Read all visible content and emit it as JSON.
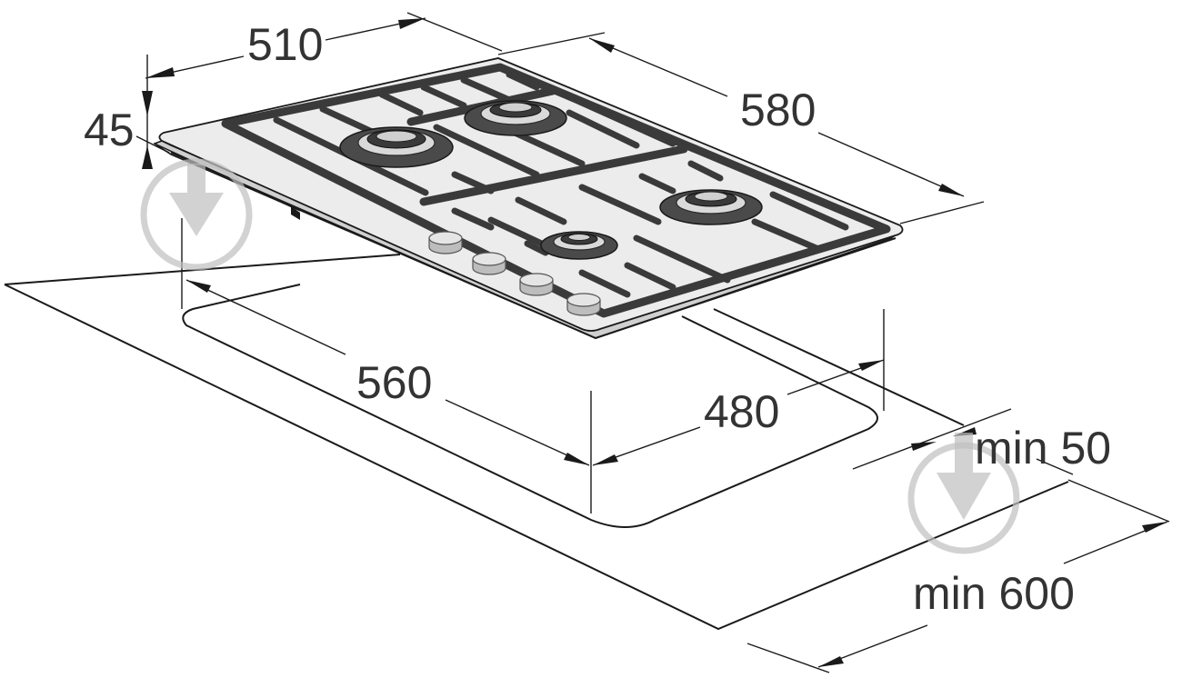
{
  "dimensions": {
    "hob_width": "510",
    "hob_depth": "580",
    "hob_height": "45",
    "cutout_width": "560",
    "cutout_depth": "480",
    "min_edge": "min 50",
    "min_worktop": "min 600"
  },
  "logo": "watermark-logo"
}
